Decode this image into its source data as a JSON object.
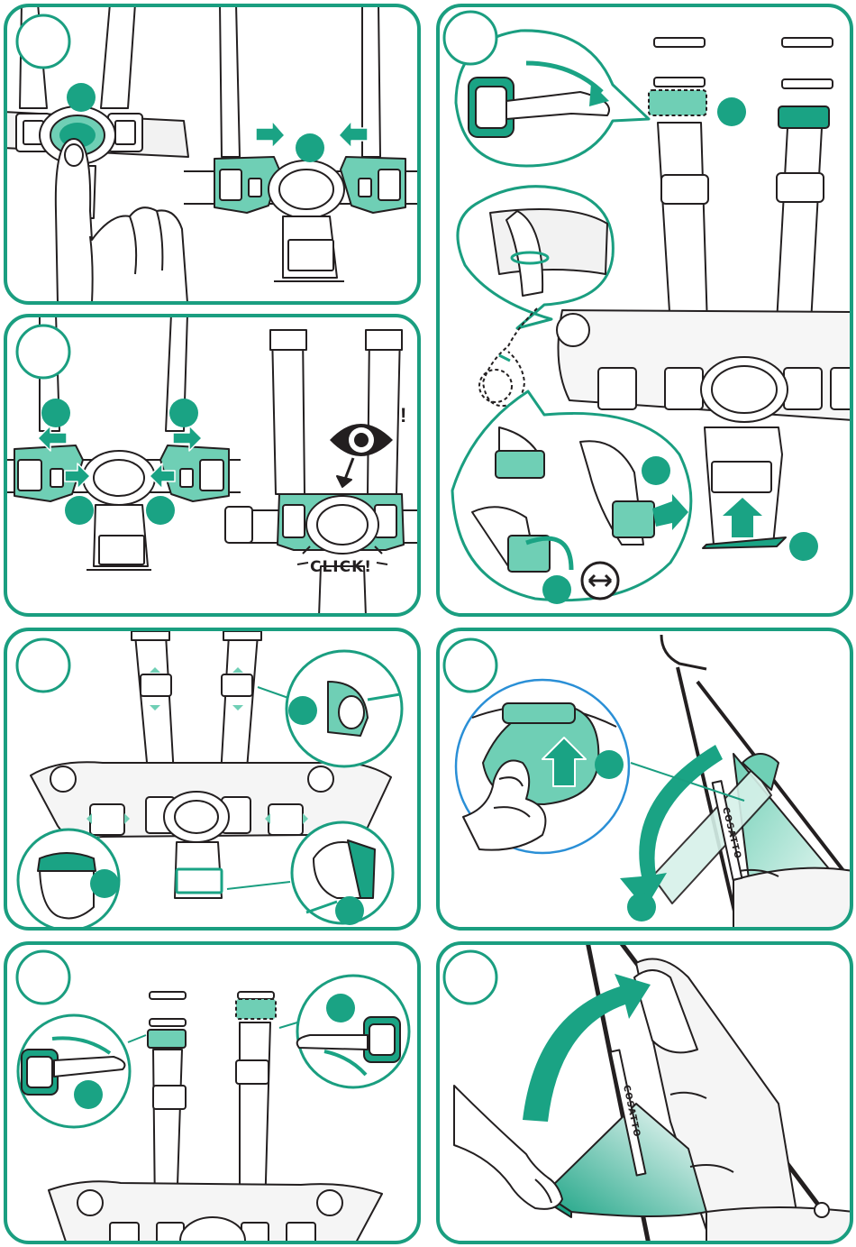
{
  "document": {
    "panels": [
      {
        "id": "panel-1",
        "step_marker": "",
        "labels": []
      },
      {
        "id": "panel-2",
        "step_marker": "",
        "labels": [
          "CLICK!"
        ]
      },
      {
        "id": "panel-3",
        "step_marker": "",
        "labels": []
      },
      {
        "id": "panel-4",
        "step_marker": "",
        "labels": []
      },
      {
        "id": "panel-5",
        "step_marker": "",
        "labels": [
          "COSATTO"
        ]
      },
      {
        "id": "panel-6",
        "step_marker": "",
        "labels": []
      },
      {
        "id": "panel-7",
        "step_marker": "",
        "labels": []
      },
      {
        "id": "panel-8",
        "step_marker": "",
        "labels": [
          "COSATTO"
        ]
      }
    ],
    "click_text": "CLICK!",
    "brand_text": "COSATTO",
    "exclamation": "!"
  },
  "colors": {
    "teal": "#1aa384",
    "teal_light": "#6fcfb5",
    "teal_pale": "#d6f1e9",
    "border": "#1a9e80",
    "ink": "#231f20",
    "paper": "#ffffff",
    "shade": "#f2f2f2"
  },
  "icons": [
    "finger-press-icon",
    "arrow-right-icon",
    "arrow-left-icon",
    "eye-icon",
    "arrow-down-icon",
    "arrow-up-icon",
    "rotate-icon",
    "curved-arrow-icon",
    "hand-icon"
  ]
}
